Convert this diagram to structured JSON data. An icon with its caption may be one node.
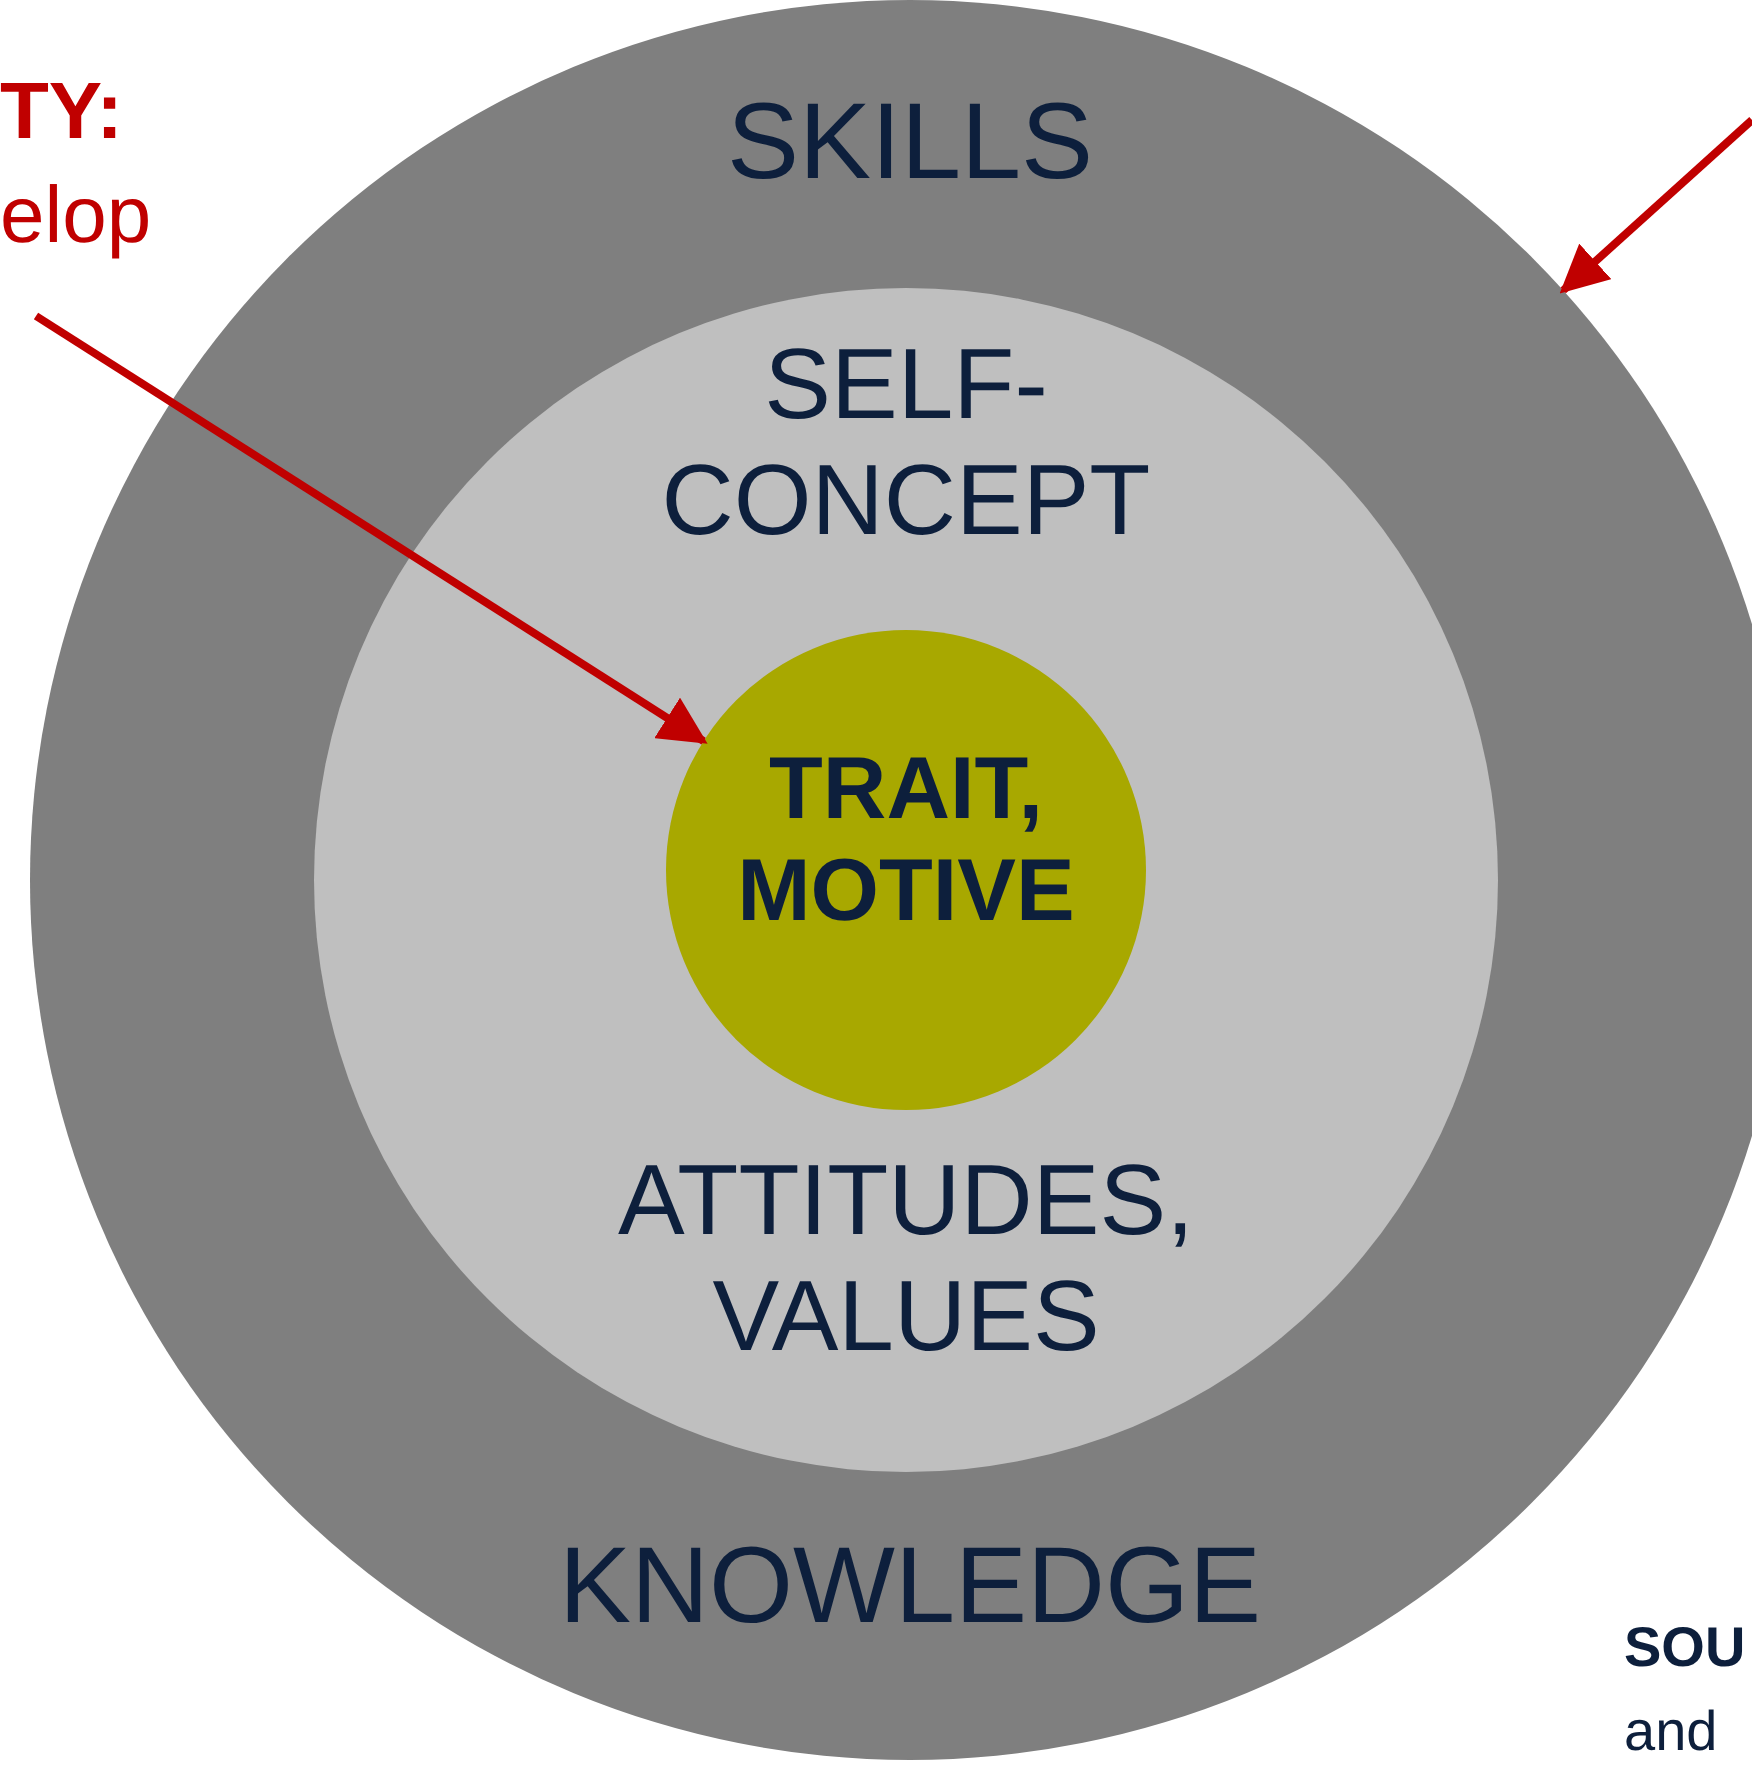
{
  "diagram": {
    "nodes": [
      {
        "text": [
          "SKILLS",
          "KNOWLEDGE"
        ]
      },
      {
        "text": [
          "SELF-CONCEPT",
          "ATTITUDES, VALUES"
        ],
        "in": 0
      },
      {
        "text": [
          "TRAIT, MOTIVE"
        ],
        "in": 1
      },
      {
        "text": [
          "TY:",
          "elop"
        ]
      }
    ],
    "edges": [
      {
        "from": 3,
        "to": 2,
        "arrow": "to",
        "color": "#c00000"
      },
      {
        "from": null,
        "to": 0,
        "arrow": "to",
        "color": "#c00000"
      }
    ],
    "labels": [
      "SOU",
      "and"
    ]
  }
}
